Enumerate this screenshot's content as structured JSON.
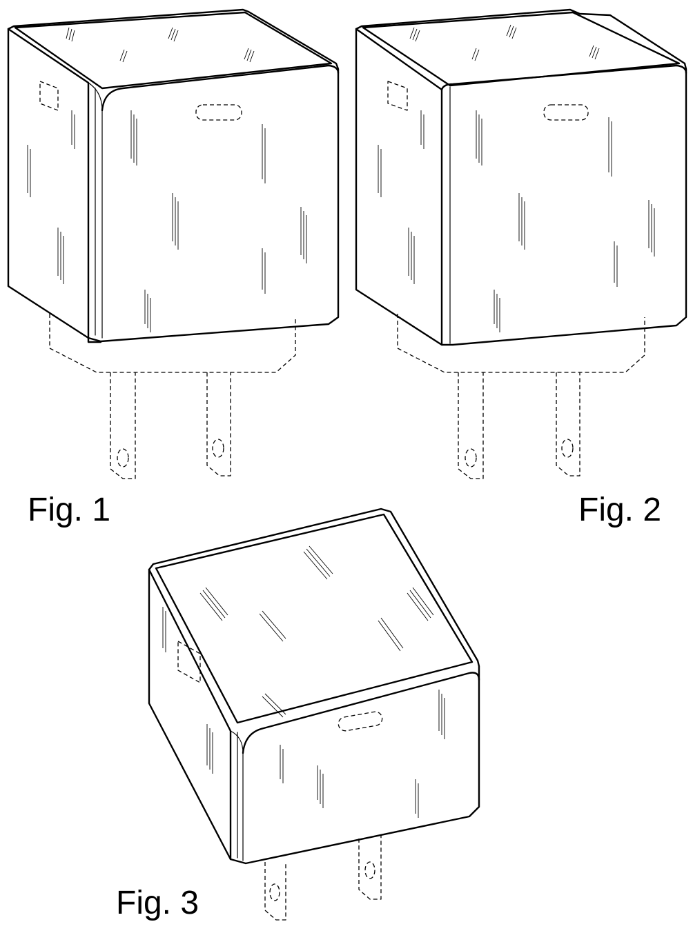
{
  "figures": [
    {
      "label": "Fig. 1"
    },
    {
      "label": "Fig. 2"
    },
    {
      "label": "Fig. 3"
    }
  ]
}
